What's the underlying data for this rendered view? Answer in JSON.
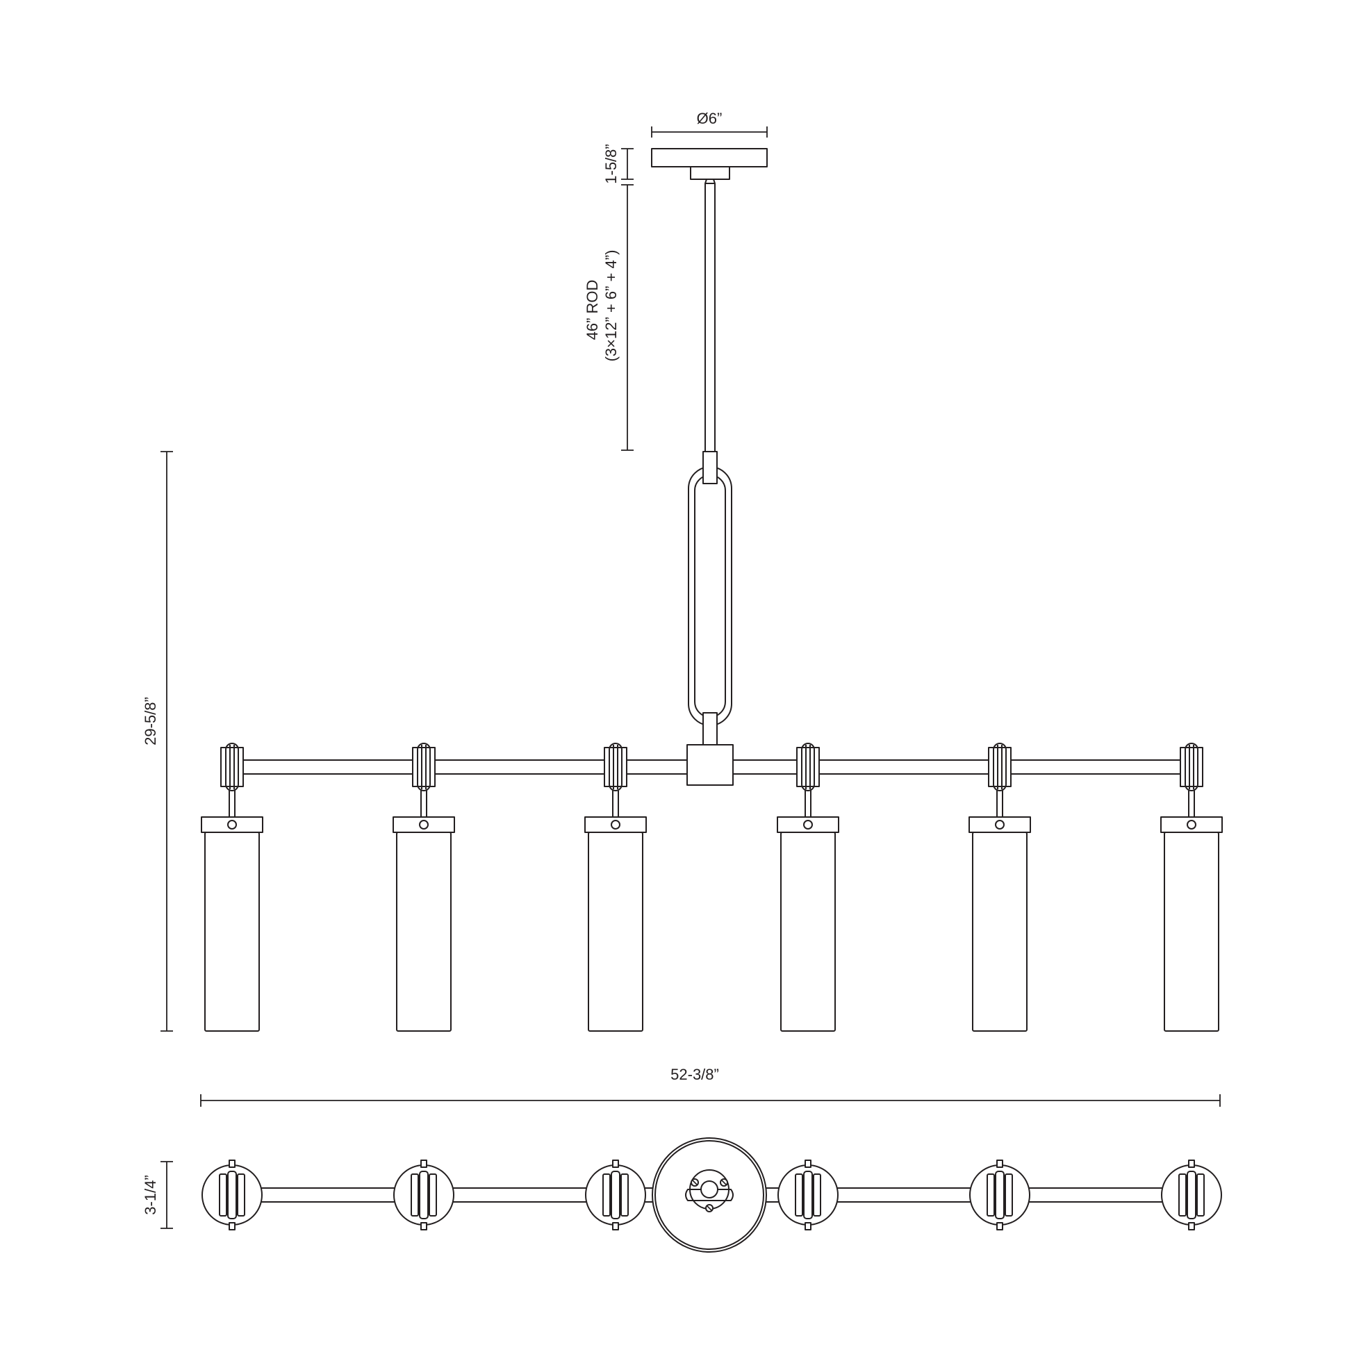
{
  "dimensions": {
    "canopy_diameter": "Ø6”",
    "canopy_height": "1-5/8”",
    "rod_length": "46” ROD",
    "rod_breakdown": "(3×12” + 6” + 4”)",
    "overall_height": "29-5/8”",
    "overall_width": "52-3/8”",
    "depth": "3-1/4”"
  },
  "fixture": {
    "light_count": 6
  },
  "colors": {
    "line": "#231f20",
    "background": "#ffffff"
  }
}
